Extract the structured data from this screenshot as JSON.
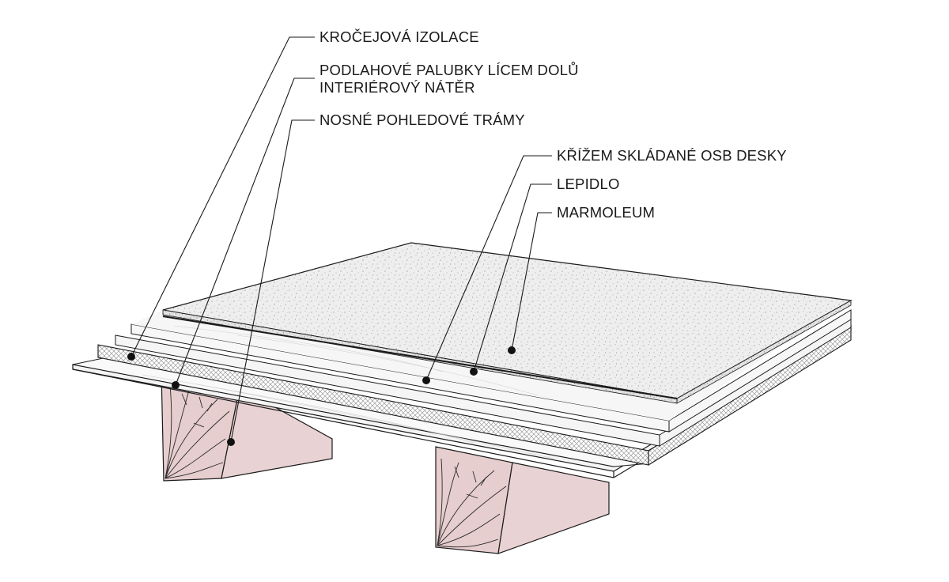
{
  "labels": {
    "krocejova": "KROČEJOVÁ IZOLACE",
    "palubky_1": "PODLAHOVÉ PALUBKY LÍCEM DOLŮ",
    "palubky_2": "INTERIÉROVÝ NÁTĚR",
    "tramy": "NOSNÉ POHLEDOVÉ TRÁMY",
    "osb": "KŘÍŽEM SKLÁDANÉ OSB DESKY",
    "lepidlo": "LEPIDLO",
    "marmoleum": "MARMOLEUM"
  },
  "colors": {
    "line": "#1a1a1a",
    "beam_fill": "#e8cfd0",
    "speckled_surface": "#ececec",
    "insulation_mesh": "#b8b8b8",
    "board_fill": "#f7f7f7"
  }
}
